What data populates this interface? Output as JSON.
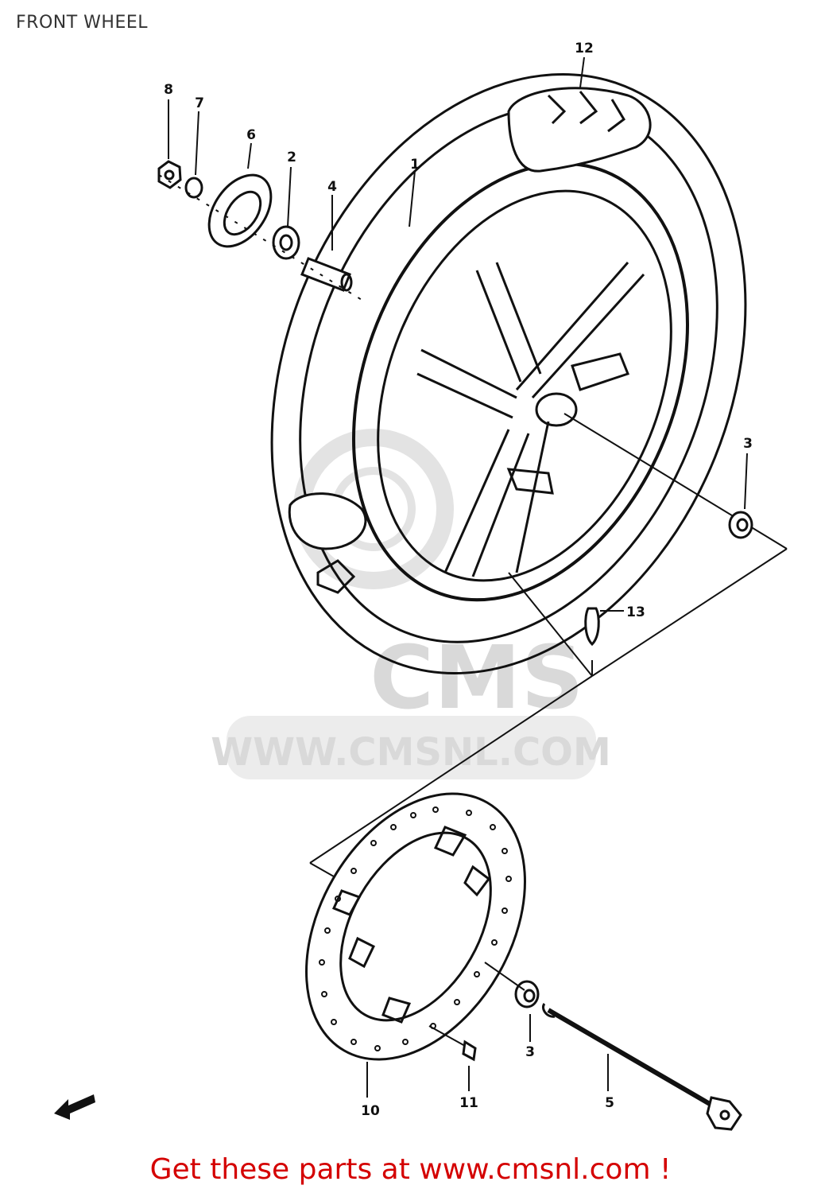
{
  "page_title": "FRONT WHEEL",
  "watermark": {
    "brand": "CMS",
    "url": "WWW.CMSNL.COM",
    "color": "#d9d9d9"
  },
  "callouts": {
    "c1": "1",
    "c2": "2",
    "c3": "3",
    "c3b": "3",
    "c4": "4",
    "c5": "5",
    "c6": "6",
    "c7": "7",
    "c8": "8",
    "c10": "10",
    "c11": "11",
    "c12": "12",
    "c13": "13"
  },
  "footer": {
    "link_text": "Get these parts at www.cmsnl.com !",
    "color": "#d40000"
  },
  "icons": {
    "direction": "front-arrow-icon"
  }
}
